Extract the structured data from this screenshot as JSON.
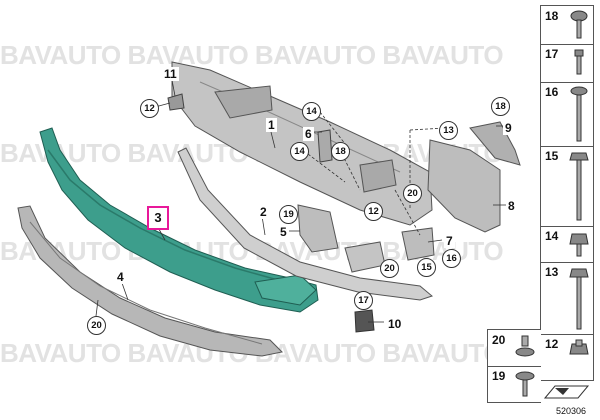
{
  "watermark": "BAVAUTO BAVAUTO BAVAUTO BAVAUTO",
  "callouts": {
    "n1": "1",
    "n2": "2",
    "n3": "3",
    "n4": "4",
    "n5": "5",
    "n6": "6",
    "n7": "7",
    "n8": "8",
    "n9": "9",
    "n10": "10",
    "n11": "11"
  },
  "bubbles": {
    "b12a": "12",
    "b14a": "14",
    "b14b": "14",
    "b18a": "18",
    "b18b": "18",
    "b13": "13",
    "b20a": "20",
    "b12b": "12",
    "b19": "19",
    "b20b": "20",
    "b15": "15",
    "b16": "16",
    "b17": "17",
    "b20c": "20"
  },
  "side_panel": {
    "items": [
      "18",
      "17",
      "16",
      "15",
      "14",
      "13",
      "12"
    ]
  },
  "bottom_panel": {
    "items": [
      "20",
      "19"
    ]
  },
  "reference": "520306",
  "colors": {
    "highlight_border": "#e8189a",
    "highlight_part": "#3d9e8c",
    "part_gray": "#b7b7b7",
    "line": "#333333"
  }
}
